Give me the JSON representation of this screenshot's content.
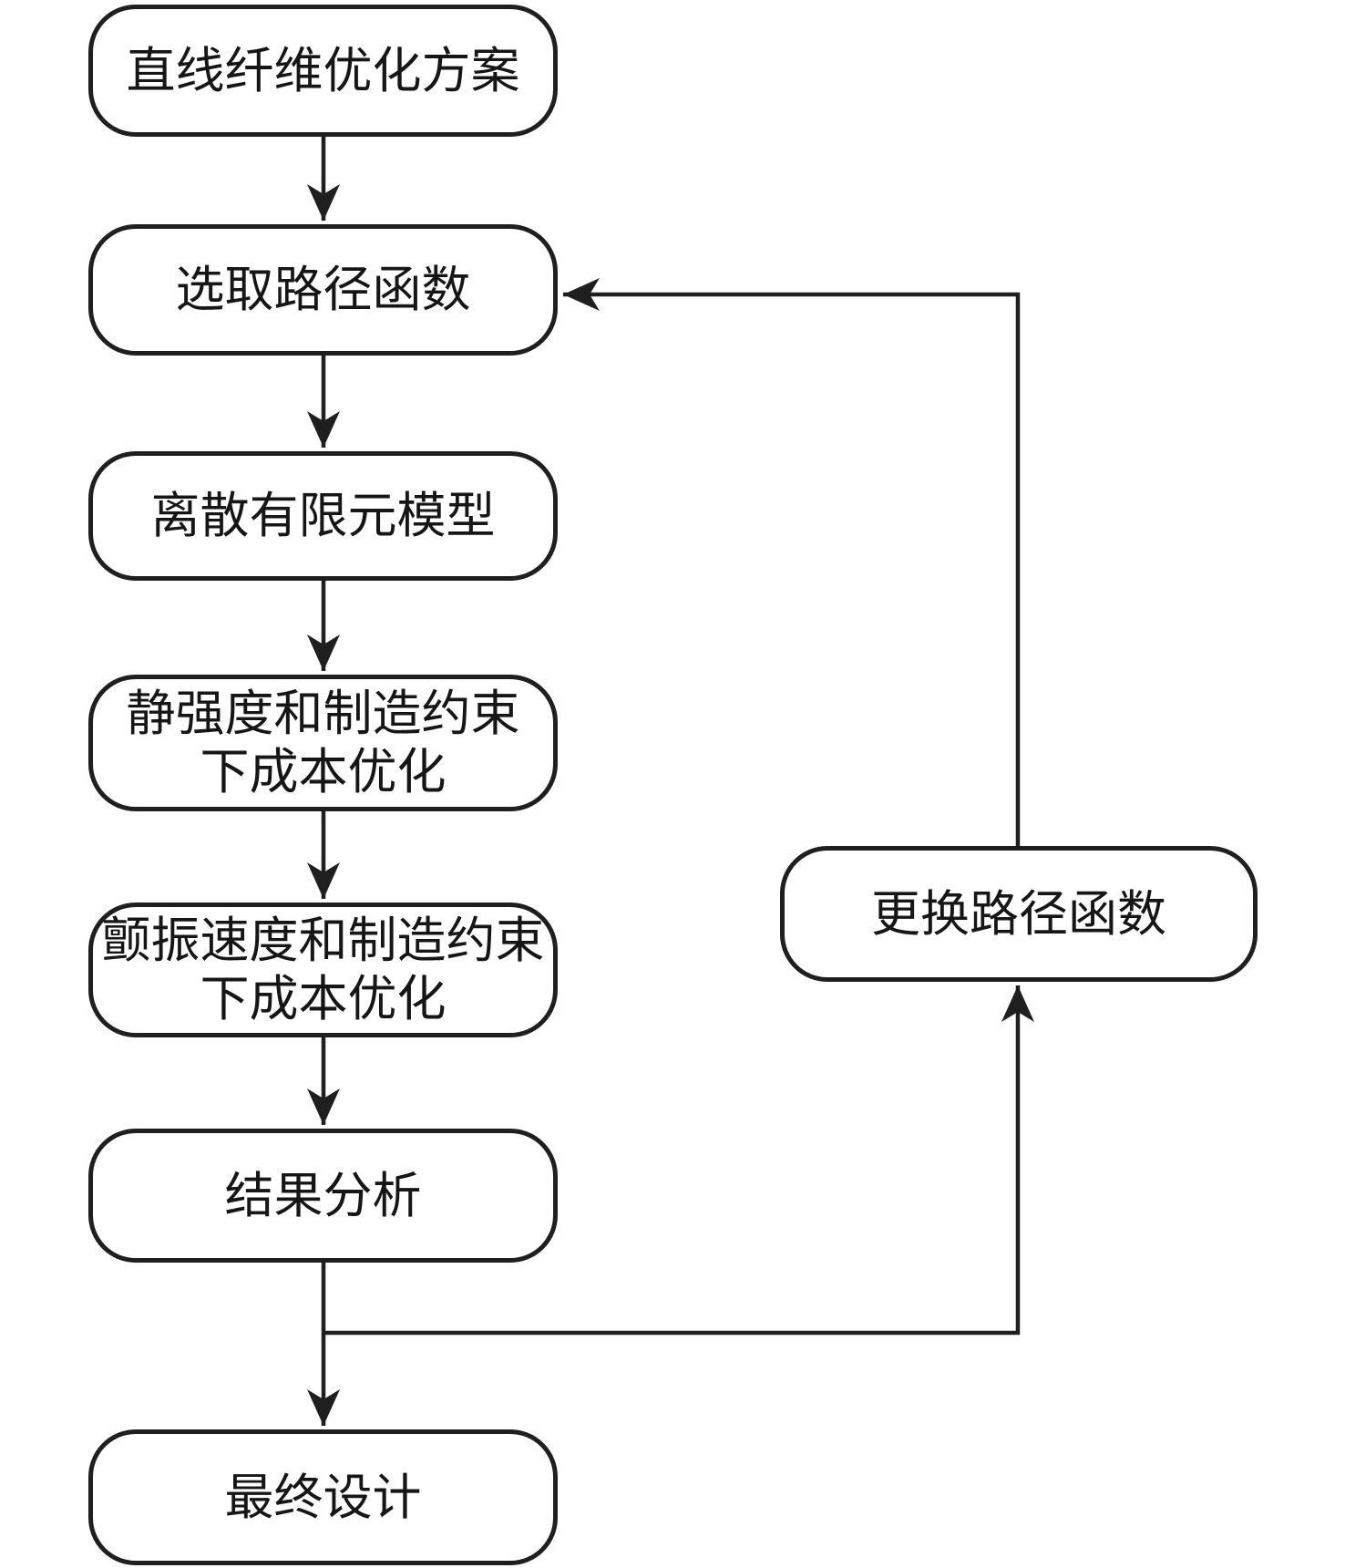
{
  "diagram": {
    "type": "flowchart",
    "language": "zh-CN",
    "colors": {
      "background": "#ffffff",
      "stroke": "#1f1f1f",
      "text": "#161616",
      "node_fill": "#ffffff"
    },
    "nodes": [
      {
        "id": "start",
        "shape": "rounded-rect",
        "lines": [
          "直线纤维优化方案"
        ]
      },
      {
        "id": "select-path",
        "shape": "rounded-rect",
        "lines": [
          "选取路径函数"
        ]
      },
      {
        "id": "fem-model",
        "shape": "rounded-rect",
        "lines": [
          "离散有限元模型"
        ]
      },
      {
        "id": "static-opt",
        "shape": "rounded-rect",
        "lines": [
          "静强度和制造约束",
          "下成本优化"
        ]
      },
      {
        "id": "flutter-opt",
        "shape": "rounded-rect",
        "lines": [
          "颤振速度和制造约束",
          "下成本优化"
        ]
      },
      {
        "id": "result",
        "shape": "rounded-rect",
        "lines": [
          "结果分析"
        ]
      },
      {
        "id": "final-design",
        "shape": "rounded-rect",
        "lines": [
          "最终设计"
        ]
      },
      {
        "id": "change-path",
        "shape": "rounded-rect",
        "lines": [
          "更换路径函数"
        ]
      }
    ],
    "edges": [
      {
        "from": "直线纤维优化方案",
        "to": "选取路径函数",
        "arrow": "down"
      },
      {
        "from": "选取路径函数",
        "to": "离散有限元模型",
        "arrow": "down"
      },
      {
        "from": "离散有限元模型",
        "to": "静强度和制造约束下成本优化",
        "arrow": "down"
      },
      {
        "from": "静强度和制造约束下成本优化",
        "to": "颤振速度和制造约束下成本优化",
        "arrow": "down"
      },
      {
        "from": "颤振速度和制造约束下成本优化",
        "to": "结果分析",
        "arrow": "down"
      },
      {
        "from": "结果分析",
        "to": "最终设计",
        "arrow": "down"
      },
      {
        "from": "结果分析",
        "to": "更换路径函数",
        "arrow": "up",
        "route": "branch-right-then-up"
      },
      {
        "from": "更换路径函数",
        "to": "选取路径函数",
        "arrow": "left",
        "route": "up-then-left"
      }
    ]
  }
}
